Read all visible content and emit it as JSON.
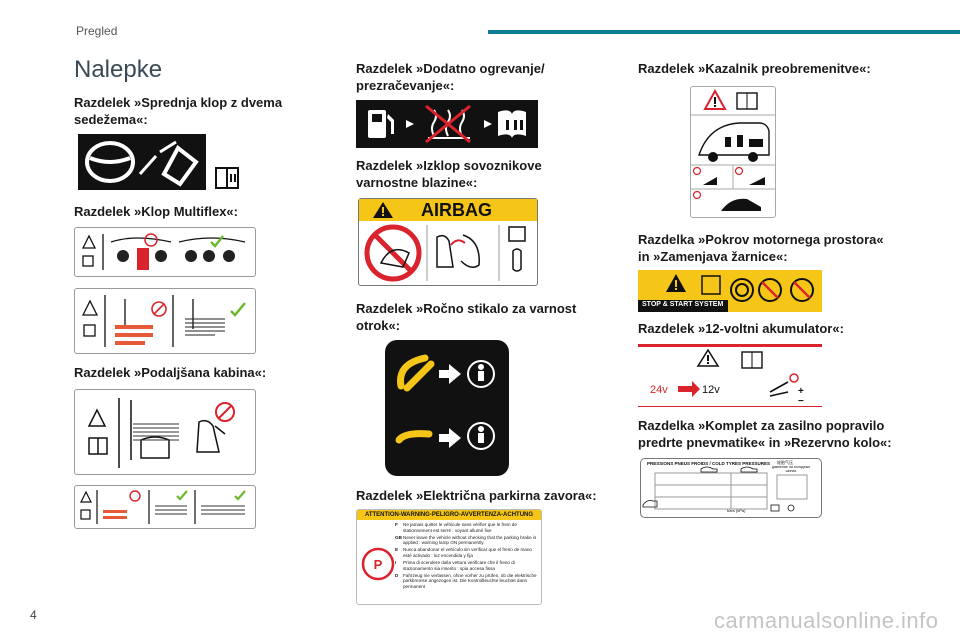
{
  "header": {
    "section": "Pregled",
    "accent": "#0e7c93"
  },
  "page": {
    "title": "Nalepke",
    "number": "4"
  },
  "headings": {
    "front_bench": "Razdelek »Sprednja klop z dvema sedežema«:",
    "multiflex": "Razdelek »Klop Multiflex«:",
    "extended_cab": "Razdelek »Podaljšana kabina«:",
    "additional_heating": "Razdelek »Dodatno ogrevanje/ prezračevanje«:",
    "airbag_off": "Razdelek »Izklop sovoznikove varnostne blazine«:",
    "child_switch": "Razdelek »Ročno stikalo za varnost otrok«:",
    "parking_brake": "Razdelek »Električna parkirna zavora«:",
    "overload": "Razdelek »Kazalnik preobremenitve«:",
    "engine_cover": "Razdelka »Pokrov motornega prostora« in »Zamenjava žarnice«:",
    "battery": "Razdelek »12-voltni akumulator«:",
    "tyre_kit": "Razdelka »Komplet za zasilno popravilo predrte pnevmatike« in »Rezervno kolo«:"
  },
  "labels": {
    "airbag_word": "AIRBAG",
    "stop_start": "STOP & START SYSTEM",
    "battery_24v": "24v",
    "battery_12v": "12v",
    "brake_warning_header": "ATTENTION-WARNING-PELIGRO-AVVERTENZA-ACHTUNG",
    "brake_lines": [
      {
        "lang": "F",
        "text": "Ne jamais quitter le véhicule sans vérifier que le frein de stationnement est serré : voyant allumé fixe"
      },
      {
        "lang": "GB",
        "text": "Never leave the vehicle without checking that the parking brake is applied : warning lamp ON permanently"
      },
      {
        "lang": "E",
        "text": "Nunca abandonar el vehículo sin verificar que el freno de mano esté activado : luz encendida y fija"
      },
      {
        "lang": "I",
        "text": "Prima di scendere dalla vettura verificare che il freno di stazionamento sia inserito : spia accesa fissa"
      },
      {
        "lang": "D",
        "text": "Fahrzeug nie verlassen, ohne vorher zu prüfen, ob die elektrische parkbremse angezogen ist. Die Kontrollleuchte leuchtet dann permanent"
      }
    ],
    "tyre_header": "PRESSIONS PNEUS FROIDS / COLD TYRES PRESSURES",
    "tyre_cn": "轮胎气压",
    "tyre_ru": "давление на холодных шинах",
    "tyre_units": "bars    (kPa)"
  },
  "watermark": "carmanualsonline.info",
  "colors": {
    "warning_yellow": "#f5c518",
    "red": "#d9232d",
    "gray_border": "#9a9a9a"
  }
}
